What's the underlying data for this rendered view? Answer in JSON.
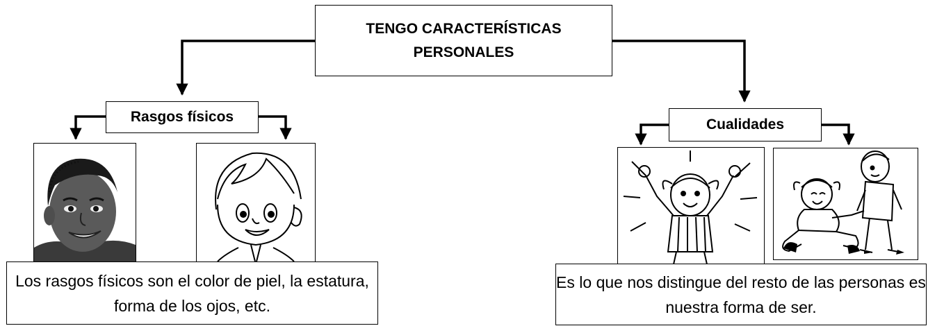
{
  "root": {
    "label": "TENGO CARACTERÍSTICAS PERSONALES"
  },
  "branches": [
    {
      "label": "Rasgos físicos",
      "description": "Los rasgos físicos son el color de piel, la estatura, forma de los ojos, etc.",
      "images": [
        "dark-skinned-boy-portrait",
        "smiling-boy-line-drawing"
      ]
    },
    {
      "label": "Cualidades",
      "description": "Es lo que nos distingue del resto de las personas es nuestra forma de ser.",
      "images": [
        "cheering-girl-drawing",
        "boy-helping-fallen-girl-drawing"
      ]
    }
  ]
}
